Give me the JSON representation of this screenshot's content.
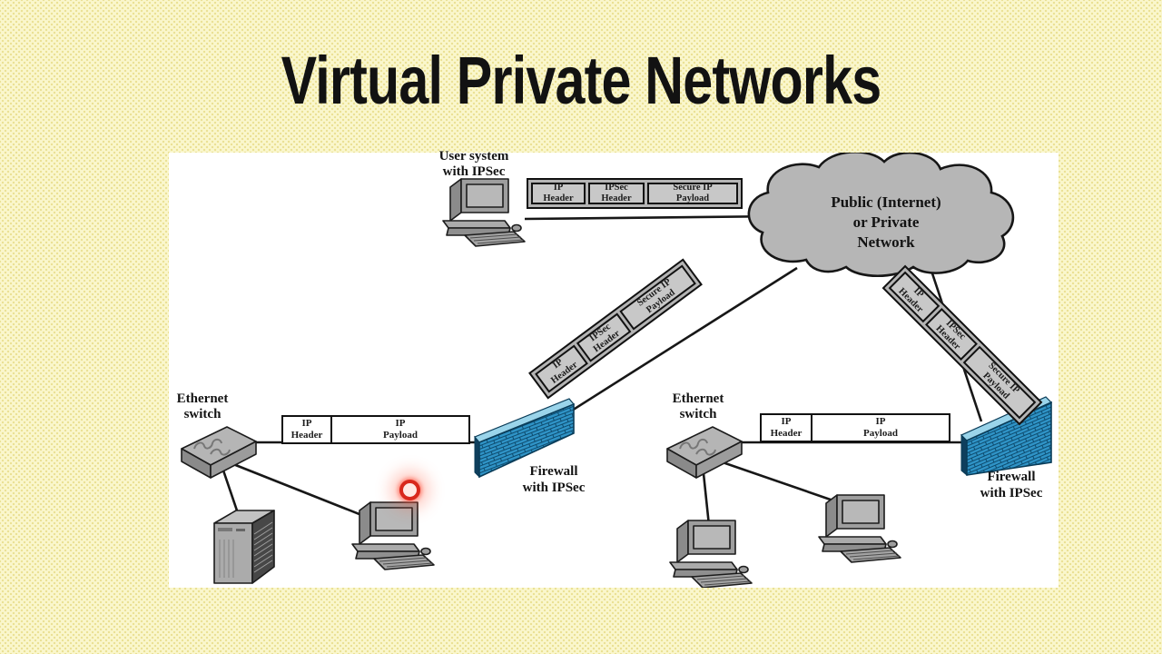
{
  "slide": {
    "title": "Virtual Private Networks"
  },
  "colors": {
    "background": "#faf7cd",
    "panel": "#ffffff",
    "diagram_gray": "#b9b9b9",
    "firewall_blue": "#2f93c6",
    "laser_red": "#d8281c",
    "line_black": "#171717"
  },
  "diagram": {
    "labels": {
      "user_system": "User system\nwith IPSec",
      "cloud": "Public (Internet)\nor Private\nNetwork",
      "ethernet_switch_left": "Ethernet\nswitch",
      "ethernet_switch_right": "Ethernet\nswitch",
      "firewall_left": "Firewall\nwith IPSec",
      "firewall_right": "Firewall\nwith IPSec"
    },
    "packets": {
      "ipsec_top": {
        "cells": [
          "IP\nHeader",
          "IPSec\nHeader",
          "Secure IP\nPayload"
        ]
      },
      "ipsec_left_diagonal": {
        "cells": [
          "IP\nHeader",
          "IPSec\nHeader",
          "Secure IP\nPayload"
        ]
      },
      "ipsec_right_diagonal": {
        "cells": [
          "IP\nHeader",
          "IPSec\nHeader",
          "Secure IP\nPayload"
        ]
      },
      "plain_left": {
        "cells": [
          "IP\nHeader",
          "IP\nPayload"
        ]
      },
      "plain_right": {
        "cells": [
          "IP\nHeader",
          "IP\nPayload"
        ]
      }
    }
  }
}
